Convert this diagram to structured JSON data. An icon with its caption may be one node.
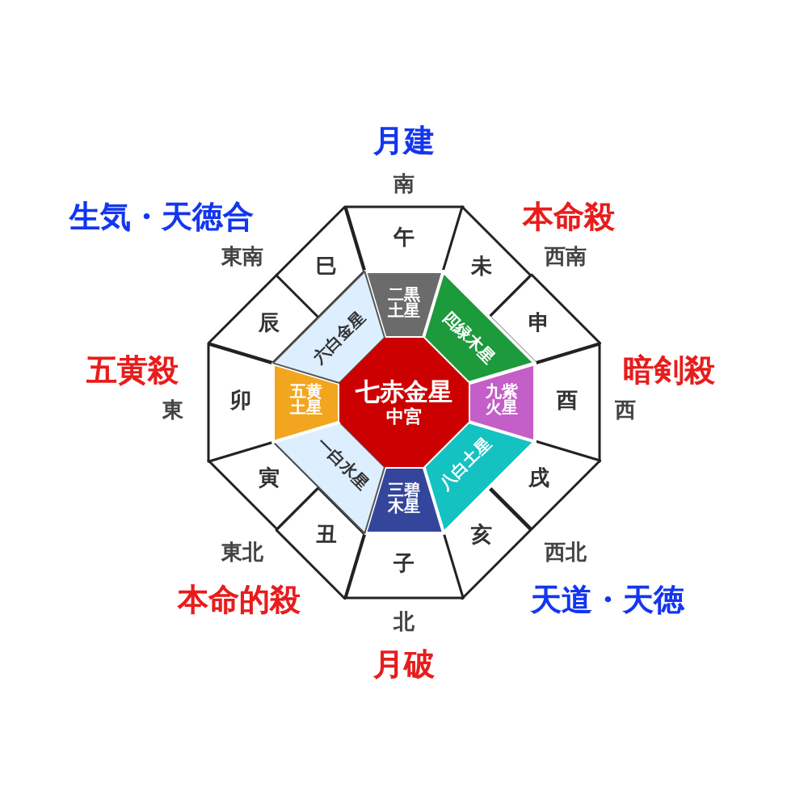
{
  "diagram": {
    "nodes": [
      {
        "text": [
          "午"
        ]
      },
      {
        "text": [
          "未"
        ]
      },
      {
        "text": [
          "申"
        ]
      },
      {
        "text": [
          "酉"
        ]
      },
      {
        "text": [
          "戌"
        ]
      },
      {
        "text": [
          "亥"
        ]
      },
      {
        "text": [
          "子"
        ]
      },
      {
        "text": [
          "丑"
        ]
      },
      {
        "text": [
          "寅"
        ]
      },
      {
        "text": [
          "卯"
        ]
      },
      {
        "text": [
          "辰"
        ]
      },
      {
        "text": [
          "巳"
        ]
      },
      {
        "text": [
          "二黒土星"
        ]
      },
      {
        "text": [
          "四緑木星"
        ]
      },
      {
        "text": [
          "九紫火星"
        ]
      },
      {
        "text": [
          "八白土星"
        ]
      },
      {
        "text": [
          "三碧木星"
        ]
      },
      {
        "text": [
          "一白水星"
        ]
      },
      {
        "text": [
          "五黄土星"
        ]
      },
      {
        "text": [
          "六白金星"
        ]
      },
      {
        "text": [
          "七赤金星",
          "中宮"
        ]
      }
    ],
    "labels": [
      "月建",
      "南",
      "生気・天徳合",
      "本命殺",
      "東南",
      "西南",
      "五黄殺",
      "暗剣殺",
      "東",
      "西",
      "東北",
      "西北",
      "本命的殺",
      "天道・天徳",
      "北",
      "月破"
    ]
  }
}
